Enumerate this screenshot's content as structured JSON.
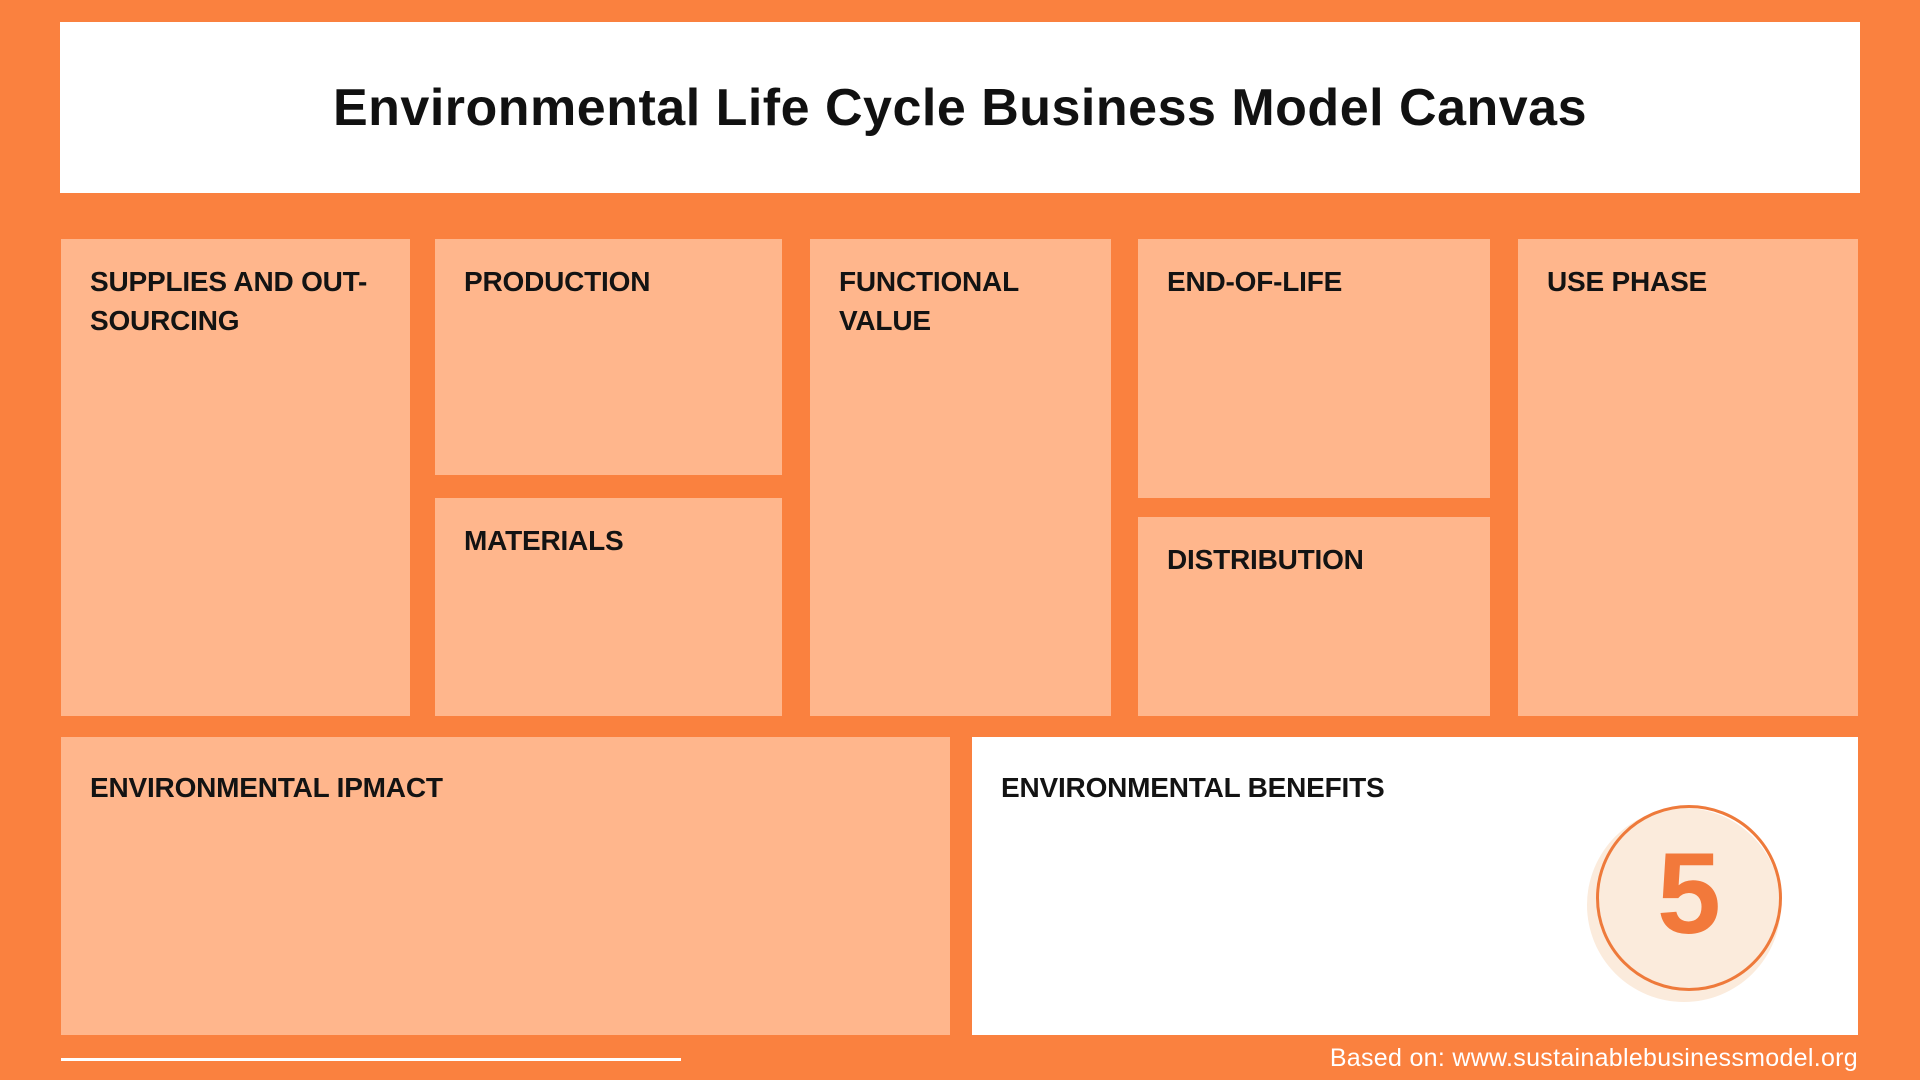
{
  "page": {
    "title": "Environmental Life Cycle Business Model Canvas",
    "attribution": "Based on: www.sustainablebusinessmodel.org"
  },
  "sections": {
    "supplies": {
      "label": "SUPPLIES AND OUT-SOURCING"
    },
    "production": {
      "label": "PRODUCTION"
    },
    "materials": {
      "label": "MATERIALS"
    },
    "functional_value": {
      "label": "FUNCTIONAL VALUE"
    },
    "end_of_life": {
      "label": "END-OF-LIFE"
    },
    "distribution": {
      "label": "DISTRIBUTION"
    },
    "use_phase": {
      "label": "USE PHASE"
    },
    "environmental_impact": {
      "label": "ENVIRONMENTAL IPMACT"
    },
    "environmental_benefits": {
      "label": "ENVIRONMENTAL BENEFITS",
      "badge_number": "5"
    }
  },
  "colors": {
    "background": "#FA813F",
    "panel": "#FFB68C",
    "surface": "#FFFFFF",
    "text": "#131313",
    "accent": "#EE7A3B",
    "badge_fill": "#FBEBDC"
  }
}
